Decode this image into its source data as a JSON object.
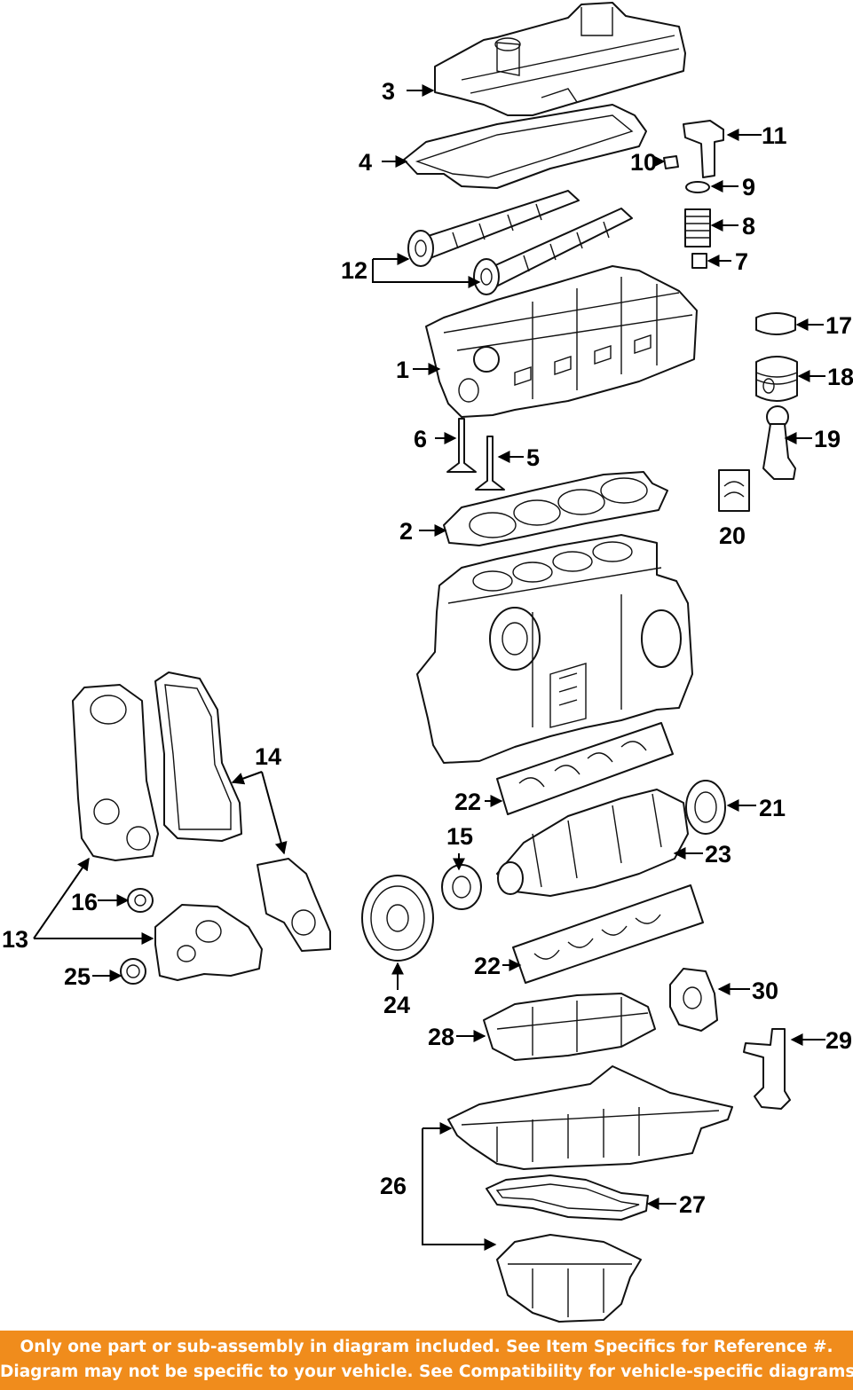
{
  "diagram": {
    "callouts": [
      {
        "id": "c1",
        "label": "1"
      },
      {
        "id": "c2",
        "label": "2"
      },
      {
        "id": "c3",
        "label": "3"
      },
      {
        "id": "c4",
        "label": "4"
      },
      {
        "id": "c5",
        "label": "5"
      },
      {
        "id": "c6",
        "label": "6"
      },
      {
        "id": "c7",
        "label": "7"
      },
      {
        "id": "c8",
        "label": "8"
      },
      {
        "id": "c9",
        "label": "9"
      },
      {
        "id": "c10",
        "label": "10"
      },
      {
        "id": "c11",
        "label": "11"
      },
      {
        "id": "c12",
        "label": "12"
      },
      {
        "id": "c13",
        "label": "13"
      },
      {
        "id": "c14",
        "label": "14"
      },
      {
        "id": "c15",
        "label": "15"
      },
      {
        "id": "c16",
        "label": "16"
      },
      {
        "id": "c17",
        "label": "17"
      },
      {
        "id": "c18",
        "label": "18"
      },
      {
        "id": "c19",
        "label": "19"
      },
      {
        "id": "c20",
        "label": "20"
      },
      {
        "id": "c21",
        "label": "21"
      },
      {
        "id": "c22a",
        "label": "22"
      },
      {
        "id": "c22b",
        "label": "22"
      },
      {
        "id": "c23",
        "label": "23"
      },
      {
        "id": "c24",
        "label": "24"
      },
      {
        "id": "c25",
        "label": "25"
      },
      {
        "id": "c26",
        "label": "26"
      },
      {
        "id": "c27",
        "label": "27"
      },
      {
        "id": "c28",
        "label": "28"
      },
      {
        "id": "c29",
        "label": "29"
      },
      {
        "id": "c30",
        "label": "30"
      }
    ]
  },
  "footer": {
    "line1": "Only one part or sub-assembly in diagram included. See Item Specifics for Reference #.",
    "line2": "Diagram may not be specific to your vehicle. See Compatibility for vehicle-specific diagrams."
  },
  "colors": {
    "footer_bg": "#f08c1c",
    "footer_text": "#ffffff",
    "line": "#000000"
  }
}
